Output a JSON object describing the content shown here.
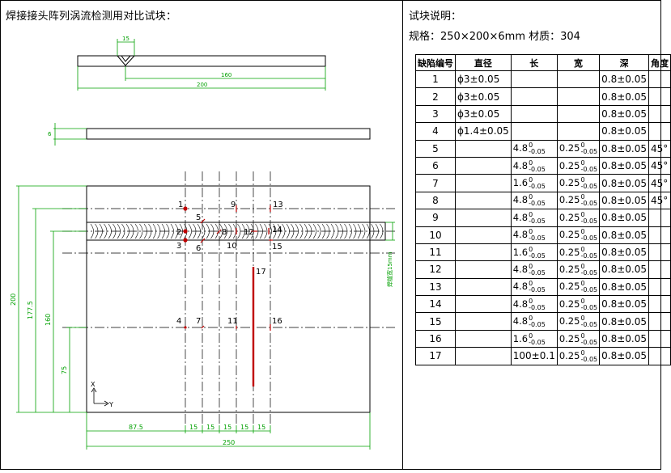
{
  "left_title": "焊接接头阵列涡流检测用对比试块：",
  "right_title": "试块说明：",
  "spec_line": "规格：250×200×6mm  材质：304",
  "drawing": {
    "top_dims": {
      "groove": "15",
      "a": "160",
      "b": "200"
    },
    "side_dim": "6",
    "bottom_dims": [
      "87.5",
      "15",
      "15",
      "15",
      "15",
      "15",
      "250"
    ],
    "left_dims": [
      "200",
      "177.5",
      "160",
      "75"
    ],
    "right_dim": "焊缝宽15mm",
    "axis_x": "X",
    "axis_y": "Y",
    "defect_labels": [
      "1",
      "2",
      "3",
      "4",
      "5",
      "6",
      "7",
      "8",
      "9",
      "10",
      "11",
      "12",
      "13",
      "14",
      "15",
      "16",
      "17"
    ]
  },
  "table": {
    "headers": [
      "缺陷编号",
      "直径",
      "长",
      "宽",
      "深",
      "角度"
    ],
    "rows": [
      {
        "id": "1",
        "dia": "ϕ3±0.05",
        "len": "",
        "wid": "",
        "dep": "0.8±0.05",
        "ang": ""
      },
      {
        "id": "2",
        "dia": "ϕ3±0.05",
        "len": "",
        "wid": "",
        "dep": "0.8±0.05",
        "ang": ""
      },
      {
        "id": "3",
        "dia": "ϕ3±0.05",
        "len": "",
        "wid": "",
        "dep": "0.8±0.05",
        "ang": ""
      },
      {
        "id": "4",
        "dia": "ϕ1.4±0.05",
        "len": "",
        "wid": "",
        "dep": "0.8±0.05",
        "ang": ""
      },
      {
        "id": "5",
        "dia": "",
        "len": "4.8",
        "wid": "0.25",
        "dep": "0.8±0.05",
        "ang": "45°"
      },
      {
        "id": "6",
        "dia": "",
        "len": "4.8",
        "wid": "0.25",
        "dep": "0.8±0.05",
        "ang": "45°"
      },
      {
        "id": "7",
        "dia": "",
        "len": "1.6",
        "wid": "0.25",
        "dep": "0.8±0.05",
        "ang": "45°"
      },
      {
        "id": "8",
        "dia": "",
        "len": "4.8",
        "wid": "0.25",
        "dep": "0.8±0.05",
        "ang": "45°"
      },
      {
        "id": "9",
        "dia": "",
        "len": "4.8",
        "wid": "0.25",
        "dep": "0.8±0.05",
        "ang": ""
      },
      {
        "id": "10",
        "dia": "",
        "len": "4.8",
        "wid": "0.25",
        "dep": "0.8±0.05",
        "ang": ""
      },
      {
        "id": "11",
        "dia": "",
        "len": "1.6",
        "wid": "0.25",
        "dep": "0.8±0.05",
        "ang": ""
      },
      {
        "id": "12",
        "dia": "",
        "len": "4.8",
        "wid": "0.25",
        "dep": "0.8±0.05",
        "ang": ""
      },
      {
        "id": "13",
        "dia": "",
        "len": "4.8",
        "wid": "0.25",
        "dep": "0.8±0.05",
        "ang": ""
      },
      {
        "id": "14",
        "dia": "",
        "len": "4.8",
        "wid": "0.25",
        "dep": "0.8±0.05",
        "ang": ""
      },
      {
        "id": "15",
        "dia": "",
        "len": "4.8",
        "wid": "0.25",
        "dep": "0.8±0.05",
        "ang": ""
      },
      {
        "id": "16",
        "dia": "",
        "len": "1.6",
        "wid": "0.25",
        "dep": "0.8±0.05",
        "ang": ""
      },
      {
        "id": "17",
        "dia": "",
        "len": "100±0.1",
        "wid": "0.25",
        "dep": "0.8±0.05",
        "ang": ""
      }
    ],
    "tol_upper": "0",
    "tol_lower": "-0.05"
  },
  "colors": {
    "dim": "#00a000",
    "defect": "#c00000",
    "line": "#000000"
  }
}
